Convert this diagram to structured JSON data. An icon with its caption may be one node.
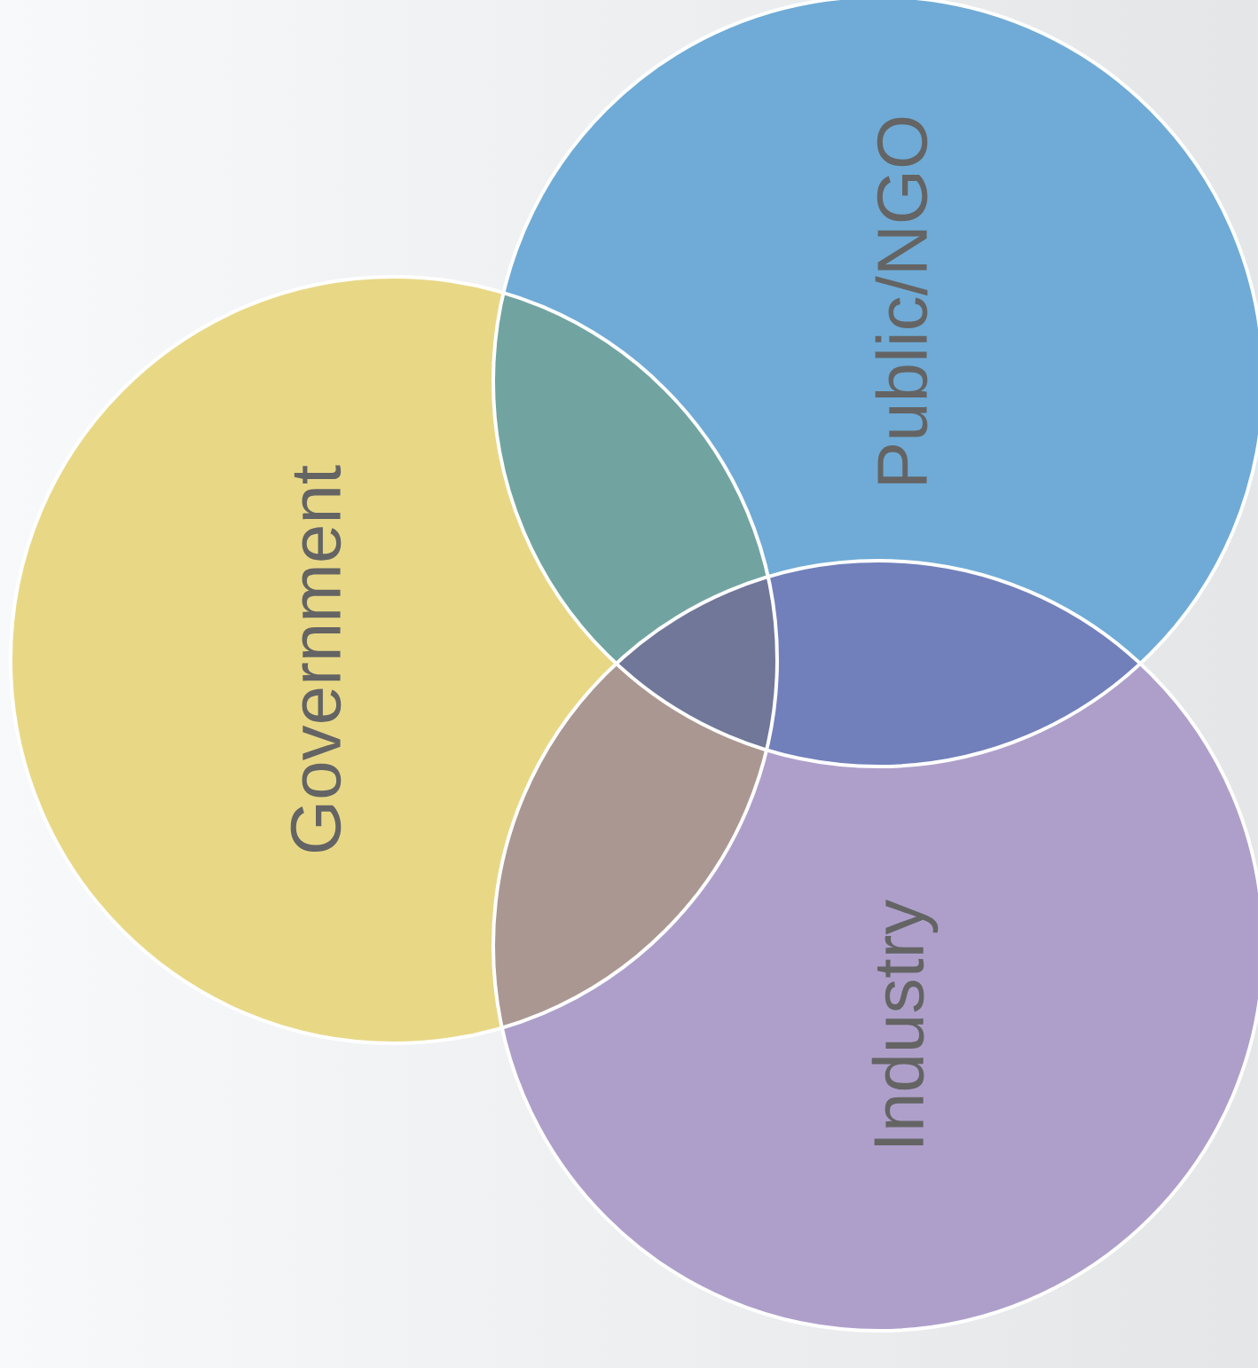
{
  "diagram": {
    "nodes": [
      {
        "text": [
          "Government"
        ]
      },
      {
        "text": [
          "Public/NGO"
        ]
      },
      {
        "text": [
          "Industry"
        ]
      }
    ]
  }
}
